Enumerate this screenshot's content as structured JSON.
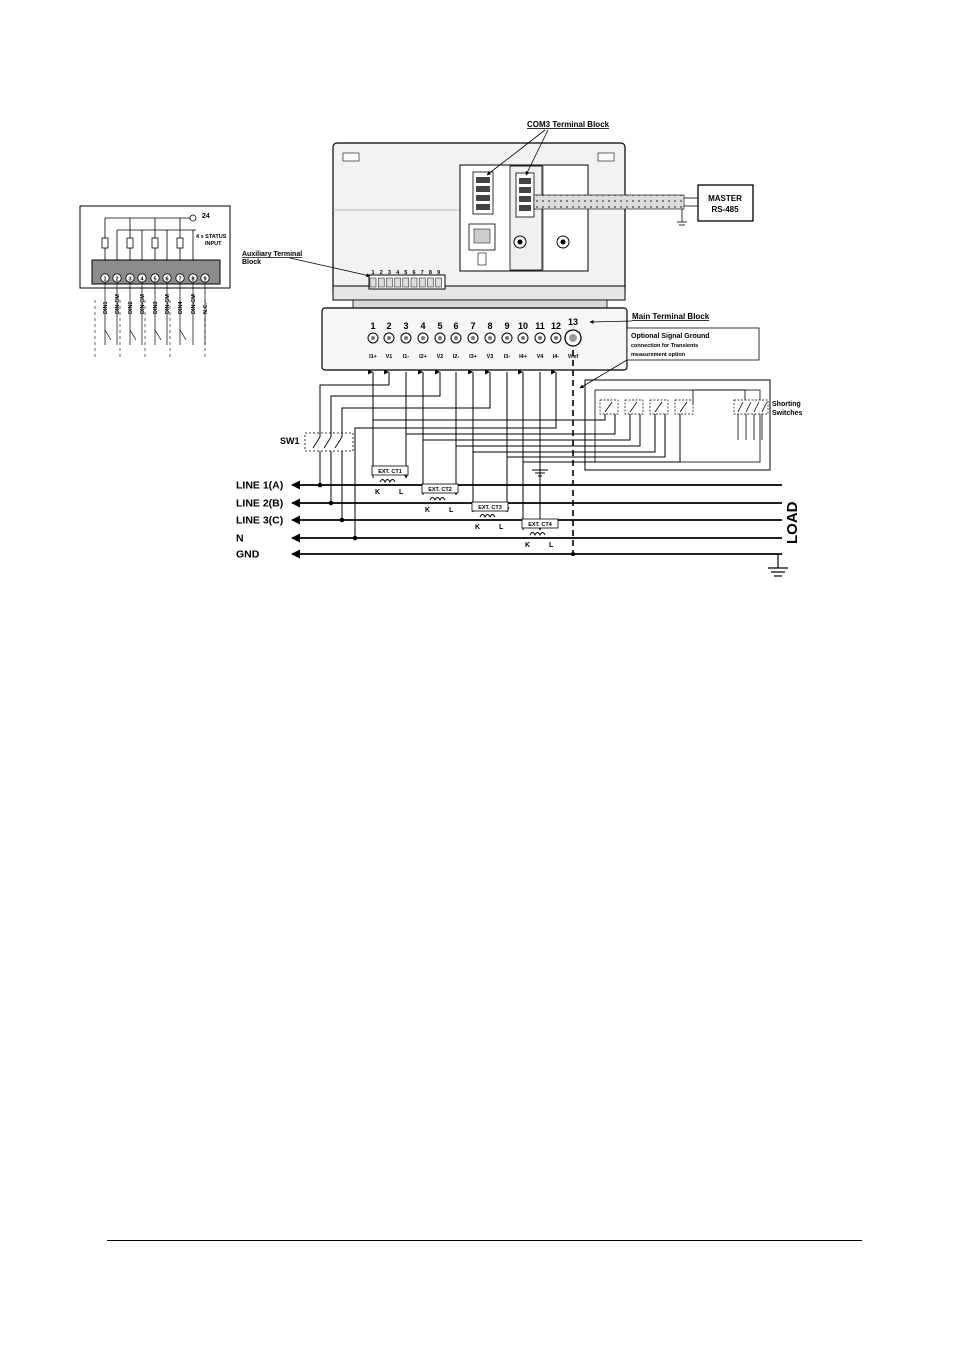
{
  "labels": {
    "com3": "COM3 Terminal Block",
    "master_line1": "MASTER",
    "master_line2": "RS-485",
    "aux_block_line1": "Auxiliary Terminal",
    "aux_block_line2": "Block",
    "main_block": "Main Terminal Block",
    "sig_gnd_line1": "Optional Signal Ground",
    "sig_gnd_line2": "connection for Transients",
    "sig_gnd_line3": "measurement option",
    "shorting_line1": "Shorting",
    "shorting_line2": "Switches",
    "sw1": "SW1",
    "load": "LOAD",
    "status_voltage": "24",
    "status_line1": "4 x STATUS",
    "status_line2": "INPUT"
  },
  "lines": [
    "LINE 1(A)",
    "LINE 2(B)",
    "LINE 3(C)",
    "N",
    "GND"
  ],
  "main_terminals": {
    "numbers": [
      "1",
      "2",
      "3",
      "4",
      "5",
      "6",
      "7",
      "8",
      "9",
      "10",
      "11",
      "12",
      "13"
    ],
    "signals": [
      "I1+",
      "V1",
      "I1-",
      "I2+",
      "V2",
      "I2-",
      "I3+",
      "V3",
      "I3-",
      "I4+",
      "V4",
      "I4-",
      "Vref"
    ]
  },
  "aux_terminal_numbers": [
    "1",
    "2",
    "3",
    "4",
    "5",
    "6",
    "7",
    "8",
    "9"
  ],
  "status_terminals": {
    "numbers": [
      "1",
      "2",
      "3",
      "4",
      "5",
      "6",
      "7",
      "8",
      "9"
    ],
    "labels": [
      "DIN1",
      "DIN-CM",
      "DIN2",
      "DIN-CM",
      "DIN3",
      "DIN-CM",
      "DIN4",
      "DIN-CM",
      "N.C."
    ]
  },
  "cts": [
    {
      "name": "EXT. CT1",
      "k": "K",
      "l": "L"
    },
    {
      "name": "EXT. CT2",
      "k": "K",
      "l": "L"
    },
    {
      "name": "EXT. CT3",
      "k": "K",
      "l": "L"
    },
    {
      "name": "EXT. CT4",
      "k": "K",
      "l": "L"
    }
  ]
}
